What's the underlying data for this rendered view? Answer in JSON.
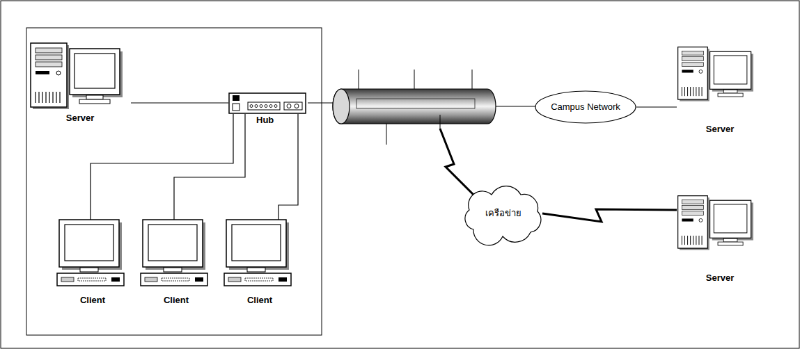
{
  "diagram": {
    "nodes": [
      {
        "text": [
          "Server"
        ]
      },
      {
        "text": [
          "Hub"
        ]
      },
      {
        "text": [
          "Campus Network"
        ]
      },
      {
        "text": [
          "Server"
        ]
      },
      {
        "text": [
          "Client"
        ]
      },
      {
        "text": [
          "Client"
        ]
      },
      {
        "text": [
          "Client"
        ]
      },
      {
        "text": [
          "เครือข่าย"
        ]
      },
      {
        "text": [
          "Server"
        ]
      }
    ],
    "edges": [
      {
        "from": 0,
        "to": 1,
        "arrow": "none"
      },
      {
        "from": 1,
        "to": 4,
        "arrow": "none"
      },
      {
        "from": 1,
        "to": 5,
        "arrow": "none"
      },
      {
        "from": 1,
        "to": 6,
        "arrow": "none"
      },
      {
        "from": 2,
        "to": 3,
        "arrow": "none"
      },
      {
        "from": 7,
        "to": 8,
        "arrow": "none"
      }
    ]
  }
}
